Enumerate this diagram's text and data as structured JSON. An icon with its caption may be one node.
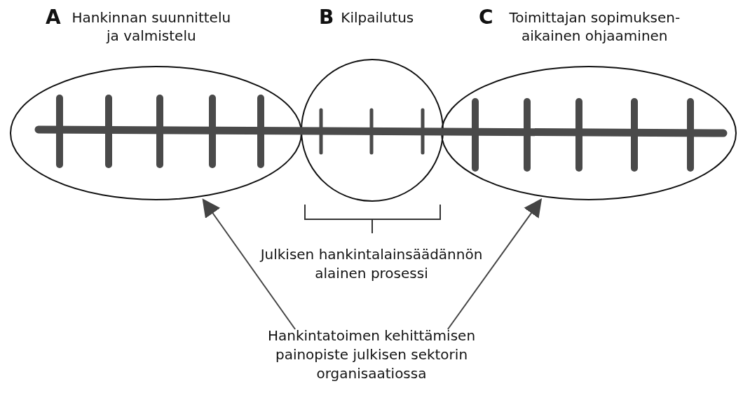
{
  "diagram": {
    "nodes": [
      {
        "text": [
          "A",
          "Hankinnan suunnittelu ja valmistelu"
        ]
      },
      {
        "text": [
          "B",
          "Kilpailutus"
        ]
      },
      {
        "text": [
          "C",
          "Toimittajan sopimuksen-aikainen ohjaaminen"
        ]
      },
      {
        "text": [
          "Hankintatoimen kehittämisen painopiste julkisen sektorin organisaatiossa"
        ]
      }
    ],
    "edges": [
      {
        "from": 3,
        "to": 0,
        "arrow": "to"
      },
      {
        "from": 3,
        "to": 2,
        "arrow": "to"
      }
    ],
    "labels": [
      "Julkisen hankintalainsäädännön alainen prosessi"
    ]
  }
}
